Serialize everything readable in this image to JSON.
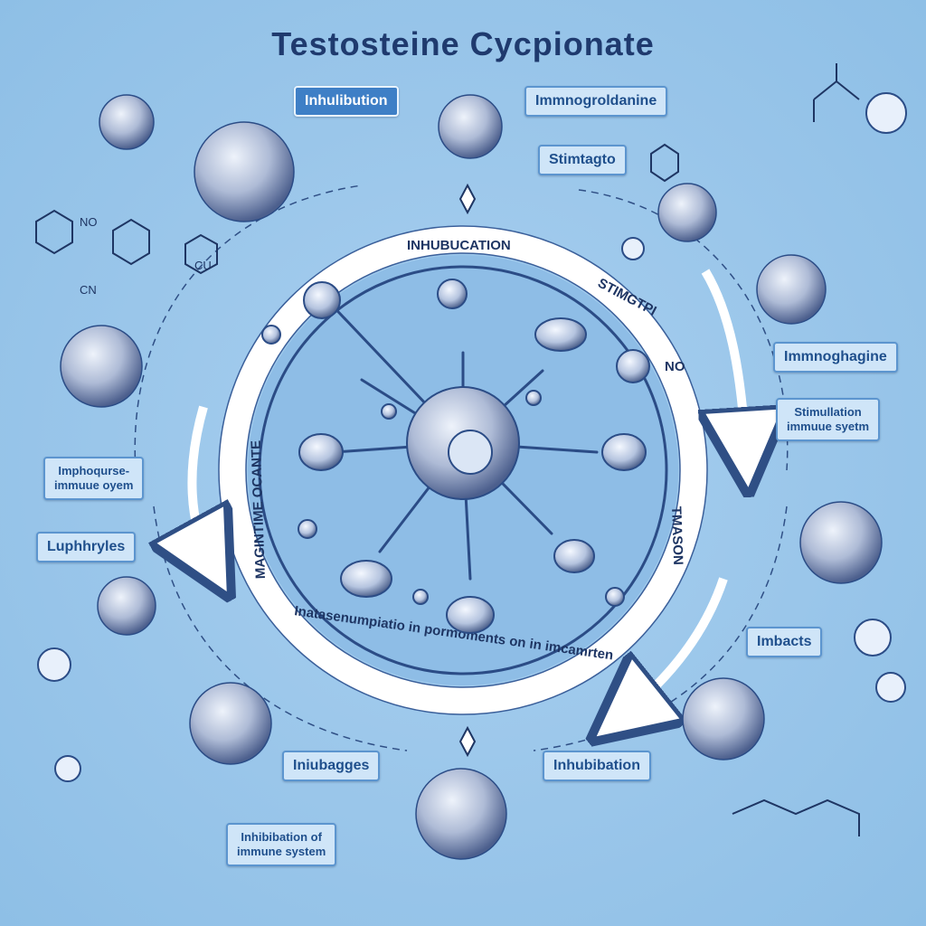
{
  "title": "Testosteine Cycpionate",
  "labels": {
    "top_left": "Inhulibution",
    "top_right": "Immnogroldanine",
    "top_mid": "Stimtagto",
    "right_upper": "Immnoghagine",
    "right_mid_line1": "Stimullation",
    "right_mid_line2": "immuue syetm",
    "right_lower": "Imbacts",
    "left_mid_line1": "Imphoqurse-",
    "left_mid_line2": "immuue oyem",
    "left_lower": "Luphhryles",
    "bottom_left_1": "Iniubagges",
    "bottom_left_2_line1": "Inhibibation of",
    "bottom_left_2_line2": "immune system",
    "bottom_right": "Inhubibation"
  },
  "ring": {
    "top": "INHUBUCATION",
    "right_top": "STIMGTPI",
    "right_no": "NO",
    "left": "MAGINTIME OCANTE",
    "right": "TMASON",
    "bottom": "Inatasenumpiatio in pormoments on in imcamrten"
  },
  "chem_labels": [
    "NO",
    "CN",
    "CU"
  ],
  "colors": {
    "background": "#9ac6ea",
    "label_fill": "#3e7fc6",
    "title": "#1f3a6e",
    "ring": "#ffffff"
  }
}
